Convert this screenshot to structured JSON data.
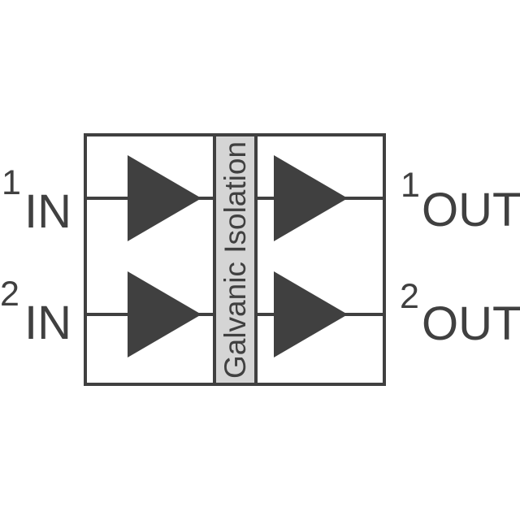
{
  "colors": {
    "ink": "#404040",
    "strip_fill": "#d5d5d5",
    "background": "#ffffff"
  },
  "isolation": {
    "label": "Galvanic Isolation"
  },
  "channels": {
    "inputs": [
      {
        "num": "1",
        "label": "IN"
      },
      {
        "num": "2",
        "label": "IN"
      }
    ],
    "outputs": [
      {
        "num": "1",
        "label": "OUT"
      },
      {
        "num": "2",
        "label": "OUT"
      }
    ]
  }
}
